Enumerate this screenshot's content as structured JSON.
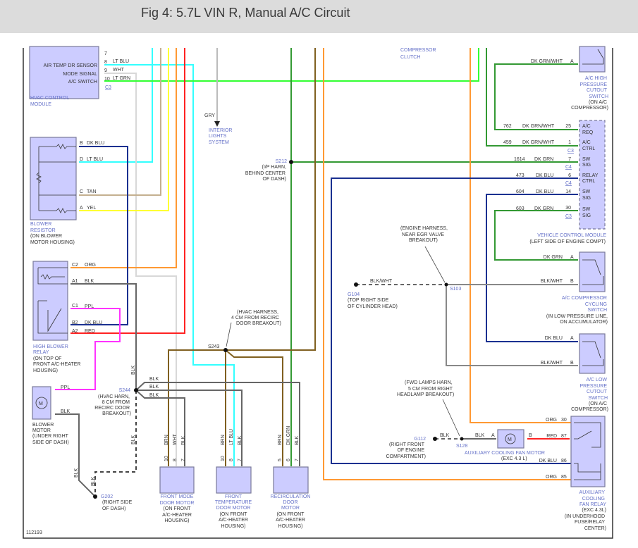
{
  "header": {
    "title": "Fig 4: 5.7L VIN R, Manual A/C Circuit"
  },
  "hvac_module": {
    "name": [
      "HVAC CONTROL",
      "MODULE"
    ],
    "pins": [
      "AIR TEMP DR SENSOR",
      "MODE SIGNAL",
      "A/C SWITCH"
    ],
    "pin_numbers": [
      "7",
      "8",
      "9",
      "10"
    ],
    "wires": [
      "LT BLU",
      "WHT",
      "LT GRN"
    ],
    "connector": "C3"
  },
  "interior_lights": {
    "wire": "GRY",
    "name": [
      "INTERIOR",
      "LIGHTS",
      "SYSTEM"
    ]
  },
  "s212": {
    "name": "S212",
    "location": [
      "(I/P HARN,",
      "BEHIND CENTER",
      "OF DASH)"
    ]
  },
  "compressor_clutch": {
    "name": [
      "COMPRESSOR",
      "CLUTCH"
    ]
  },
  "blower_resistor": {
    "pins": [
      "B",
      "D",
      "C",
      "A"
    ],
    "wires": [
      "DK BLU",
      "LT BLU",
      "TAN",
      "YEL"
    ],
    "name": [
      "BLOWER",
      "RESISTOR",
      "(ON BLOWER",
      "MOTOR HOUSING)"
    ]
  },
  "high_blower_relay": {
    "pins": [
      "C2",
      "A1",
      "C1",
      "B2",
      "A2"
    ],
    "wires": [
      "ORG",
      "BLK",
      "PPL",
      "DK BLU",
      "RED"
    ],
    "name": [
      "HIGH BLOWER",
      "RELAY",
      "(ON TOP OF",
      "FRONT A/C-HEATER",
      "HOUSING)"
    ]
  },
  "blower_motor": {
    "symbol": "M",
    "wires": [
      "PPL",
      "BLK"
    ],
    "name": [
      "BLOWER",
      "MOTOR",
      "(UNDER RIGHT",
      "SIDE OF DASH)"
    ]
  },
  "g202": {
    "name": "G202",
    "location": [
      "(RIGHT SIDE",
      "OF DASH)"
    ],
    "wires": [
      "BLK",
      "BLK",
      "BLK",
      "BLK"
    ]
  },
  "s244": {
    "name": "S244",
    "location": [
      "(HVAC HARN,",
      "8 CM FROM",
      "RECIRC DOOR",
      "BREAKOUT)"
    ],
    "wires": [
      "BLK",
      "BLK",
      "BLK"
    ]
  },
  "s243": {
    "name": "S243",
    "location": [
      "(HVAC HARNESS,",
      "4 CM FROM RECIRC",
      "DOOR BREAKOUT)"
    ]
  },
  "front_mode_motor": {
    "wires": [
      "BRN",
      "WHT",
      "BLK"
    ],
    "pins": [
      "10",
      "8",
      "7"
    ],
    "name": [
      "FRONT MODE",
      "DOOR MOTOR",
      "(ON FRONT",
      "A/C-HEATER",
      "HOUSING)"
    ]
  },
  "front_temp_motor": {
    "wires": [
      "BRN",
      "LT BLU",
      "BLK"
    ],
    "pins": [
      "10",
      "8",
      "7"
    ],
    "name": [
      "FRONT",
      "TEMPERATURE",
      "DOOR MOTOR",
      "(ON FRONT",
      "A/C-HEATER",
      "HOUSING)"
    ]
  },
  "recirc_motor": {
    "wires": [
      "BRN",
      "DK GRN",
      "BLK"
    ],
    "pins": [
      "5",
      "6",
      "7"
    ],
    "name": [
      "RECIRCULATION",
      "DOOR",
      "MOTOR",
      "(ON FRONT",
      "A/C-HEATER",
      "HOUSING)"
    ]
  },
  "high_pressure_switch": {
    "wire": "DK GRN/WHT",
    "pin": "A",
    "name": [
      "A/C HIGH",
      "PRESSURE",
      "CUTOUT",
      "SWITCH",
      "(ON A/C",
      "COMPRESSOR)"
    ]
  },
  "vcm": {
    "rows": [
      {
        "circuit": "762",
        "wire": "DK GRN/WHT",
        "pin": "25",
        "signal": [
          "A/C",
          "REQ"
        ]
      },
      {
        "circuit": "459",
        "wire": "DK GRN/WHT",
        "pin": "1",
        "signal": [
          "A/C",
          "CTRL"
        ],
        "connector": "C3"
      },
      {
        "circuit": "1614",
        "wire": "DK GRN",
        "pin": "7",
        "signal": [
          "SW",
          "SIG"
        ],
        "connector": "C4"
      },
      {
        "circuit": "473",
        "wire": "DK BLU",
        "pin": "6",
        "signal": [
          "RELAY",
          "CTRL"
        ],
        "connector": "C4"
      },
      {
        "circuit": "604",
        "wire": "DK BLU",
        "pin": "14",
        "signal": [
          "SW",
          "SIG"
        ]
      },
      {
        "circuit": "603",
        "wire": "DK GRN",
        "pin": "30",
        "signal": [
          "SW",
          "SIG"
        ],
        "connector": "C3"
      }
    ],
    "name": [
      "VEHICLE CONTROL MODULE",
      "(LEFT SIDE OF ENGINE COMPT)"
    ]
  },
  "s103": {
    "name": "S103",
    "location": [
      "(ENGINE HARNESS,",
      "NEAR EGR VALVE",
      "BREAKOUT)"
    ]
  },
  "g104": {
    "name": "G104",
    "wire": "BLK/WHT",
    "location": [
      "(TOP RIGHT SIDE",
      "OF CYLINDER HEAD)"
    ]
  },
  "cycling_switch": {
    "wires": [
      "DK GRN",
      "BLK/WHT"
    ],
    "pins": [
      "A",
      "B"
    ],
    "name": [
      "A/C COMPRESSOR",
      "CYCLING",
      "SWITCH",
      "(IN LOW PRESSURE LINE,",
      "ON ACCUMULATOR)"
    ]
  },
  "low_pressure_switch": {
    "wires": [
      "DK BLU",
      "BLK/WHT"
    ],
    "pins": [
      "A",
      "B"
    ],
    "name": [
      "A/C LOW",
      "PRESSURE",
      "CUTOUT",
      "SWITCH",
      "(ON A/C",
      "COMPRESSOR)"
    ]
  },
  "s128": {
    "name": "S128",
    "location": [
      "(FWD LAMPS HARN,",
      "5 CM FROM RIGHT",
      "HEADLAMP BREAKOUT)"
    ]
  },
  "g112": {
    "name": "G112",
    "wire": "BLK",
    "location": [
      "(RIGHT FRONT",
      "OF ENGINE",
      "COMPARTMENT)"
    ]
  },
  "aux_fan_motor": {
    "symbol": "M",
    "wire_a": "BLK",
    "pin_a": "A",
    "pin_b": "B",
    "name": [
      "AUXILIARY COOLING FAN MOTOR",
      "(EXC 4.3 L)"
    ]
  },
  "aux_fan_relay": {
    "rows": [
      {
        "wire": "ORG",
        "pin": "30"
      },
      {
        "wire": "RED",
        "pin": "87"
      },
      {
        "wire": "DK BLU",
        "pin": "86"
      },
      {
        "wire": "ORG",
        "pin": "85"
      }
    ],
    "name": [
      "AUXILIARY",
      "COOLING",
      "FAN RELAY",
      "(EXC 4.3L)",
      "(IN UNDERHOOD",
      "FUSE/RELAY",
      "CENTER)"
    ]
  },
  "figure_id": "112193",
  "colors": {
    "lt_blu": "#33ffff",
    "wht": "#d8d8d8",
    "lt_grn": "#33ff33",
    "tan": "#c4b090",
    "yel": "#ffff33",
    "org": "#ff9933",
    "red": "#ff2222",
    "dk_blu": "#1a3090",
    "gry": "#bbbbbb",
    "dk_grn": "#339933",
    "brn": "#806020",
    "blk": "#666666",
    "ppl": "#ff33ff",
    "component": "#ccccff",
    "label": "#6470c8"
  }
}
